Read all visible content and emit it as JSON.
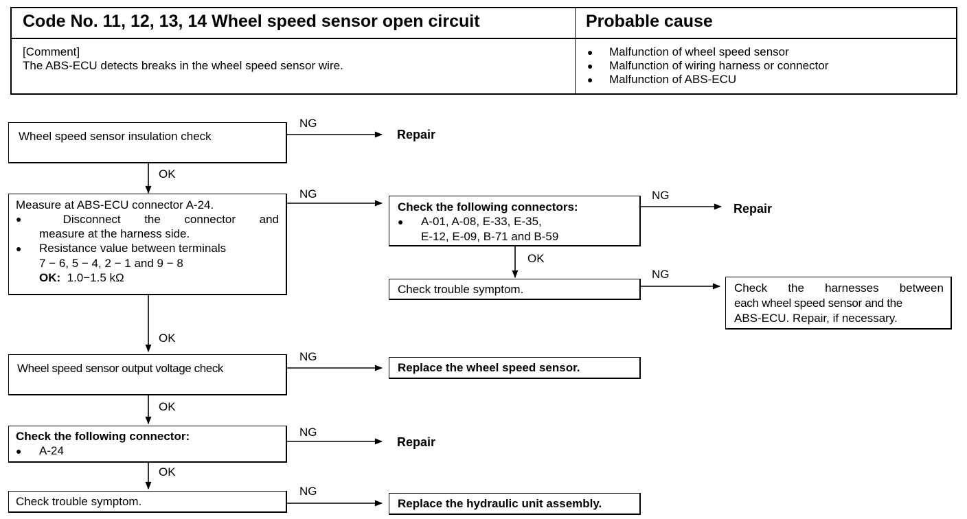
{
  "header": {
    "title": "Code No. 11, 12, 13, 14 Wheel speed sensor open circuit",
    "cause_title": "Probable cause",
    "comment_label": "[Comment]",
    "comment_text": "The ABS-ECU detects breaks in the wheel speed sensor wire.",
    "causes": [
      "Malfunction of wheel speed sensor",
      "Malfunction of wiring harness or connector",
      "Malfunction of ABS-ECU"
    ]
  },
  "flow": {
    "bullet": "●",
    "ng": "NG",
    "ok": "OK",
    "step1": "Wheel speed sensor insulation check",
    "result1": "Repair",
    "step2": {
      "line1": "Measure at ABS-ECU connector A-24.",
      "b1_words": [
        "Disconnect",
        "the",
        "connector",
        "and"
      ],
      "b1_cont": "measure at the harness side.",
      "b2_line1": "Resistance value between terminals",
      "b2_line2": "7 − 6, 5 − 4, 2 − 1 and 9 − 8",
      "ok_label": "OK:",
      "ok_value": "1.0−1.5 kΩ"
    },
    "step2a": {
      "title": "Check the following connectors:",
      "line1": "A-01, A-08, E-33, E-35,",
      "line2": "E-12, E-09, B-71 and B-59"
    },
    "result2a": "Repair",
    "step2b": "Check trouble symptom.",
    "result2b": {
      "line1_words": [
        "Check",
        "the",
        "harnesses",
        "between"
      ],
      "line2": "each wheel speed sensor and the",
      "line3": "ABS-ECU. Repair, if necessary."
    },
    "step3": "Wheel speed sensor output voltage check",
    "result3": "Replace the wheel speed sensor.",
    "step4": {
      "title": "Check the following connector:",
      "item": "A-24"
    },
    "result4": "Repair",
    "step5": "Check trouble symptom.",
    "result5": "Replace the hydraulic unit assembly."
  }
}
